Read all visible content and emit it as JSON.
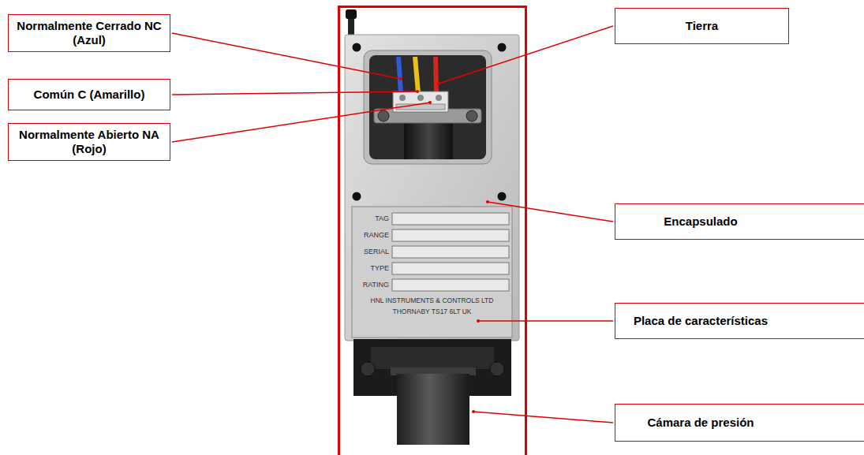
{
  "diagram": {
    "nodes": [
      {
        "text": [
          "Normalmente Cerrado NC (Azul)"
        ]
      },
      {
        "text": [
          "Común C (Amarillo)"
        ]
      },
      {
        "text": [
          "Normalmente Abierto NA (Rojo)"
        ]
      },
      {
        "text": [
          "Tierra"
        ]
      },
      {
        "text": [
          "Encapsulado"
        ]
      },
      {
        "text": [
          "Placa de características"
        ]
      },
      {
        "text": [
          "Cámara de presión"
        ]
      }
    ],
    "labels": [
      "TAG",
      "RANGE",
      "SERIAL",
      "TYPE",
      "RATING",
      "HNL INSTRUMENTS & CONTROLS LTD",
      "THORNABY TS17 6LT UK"
    ]
  }
}
